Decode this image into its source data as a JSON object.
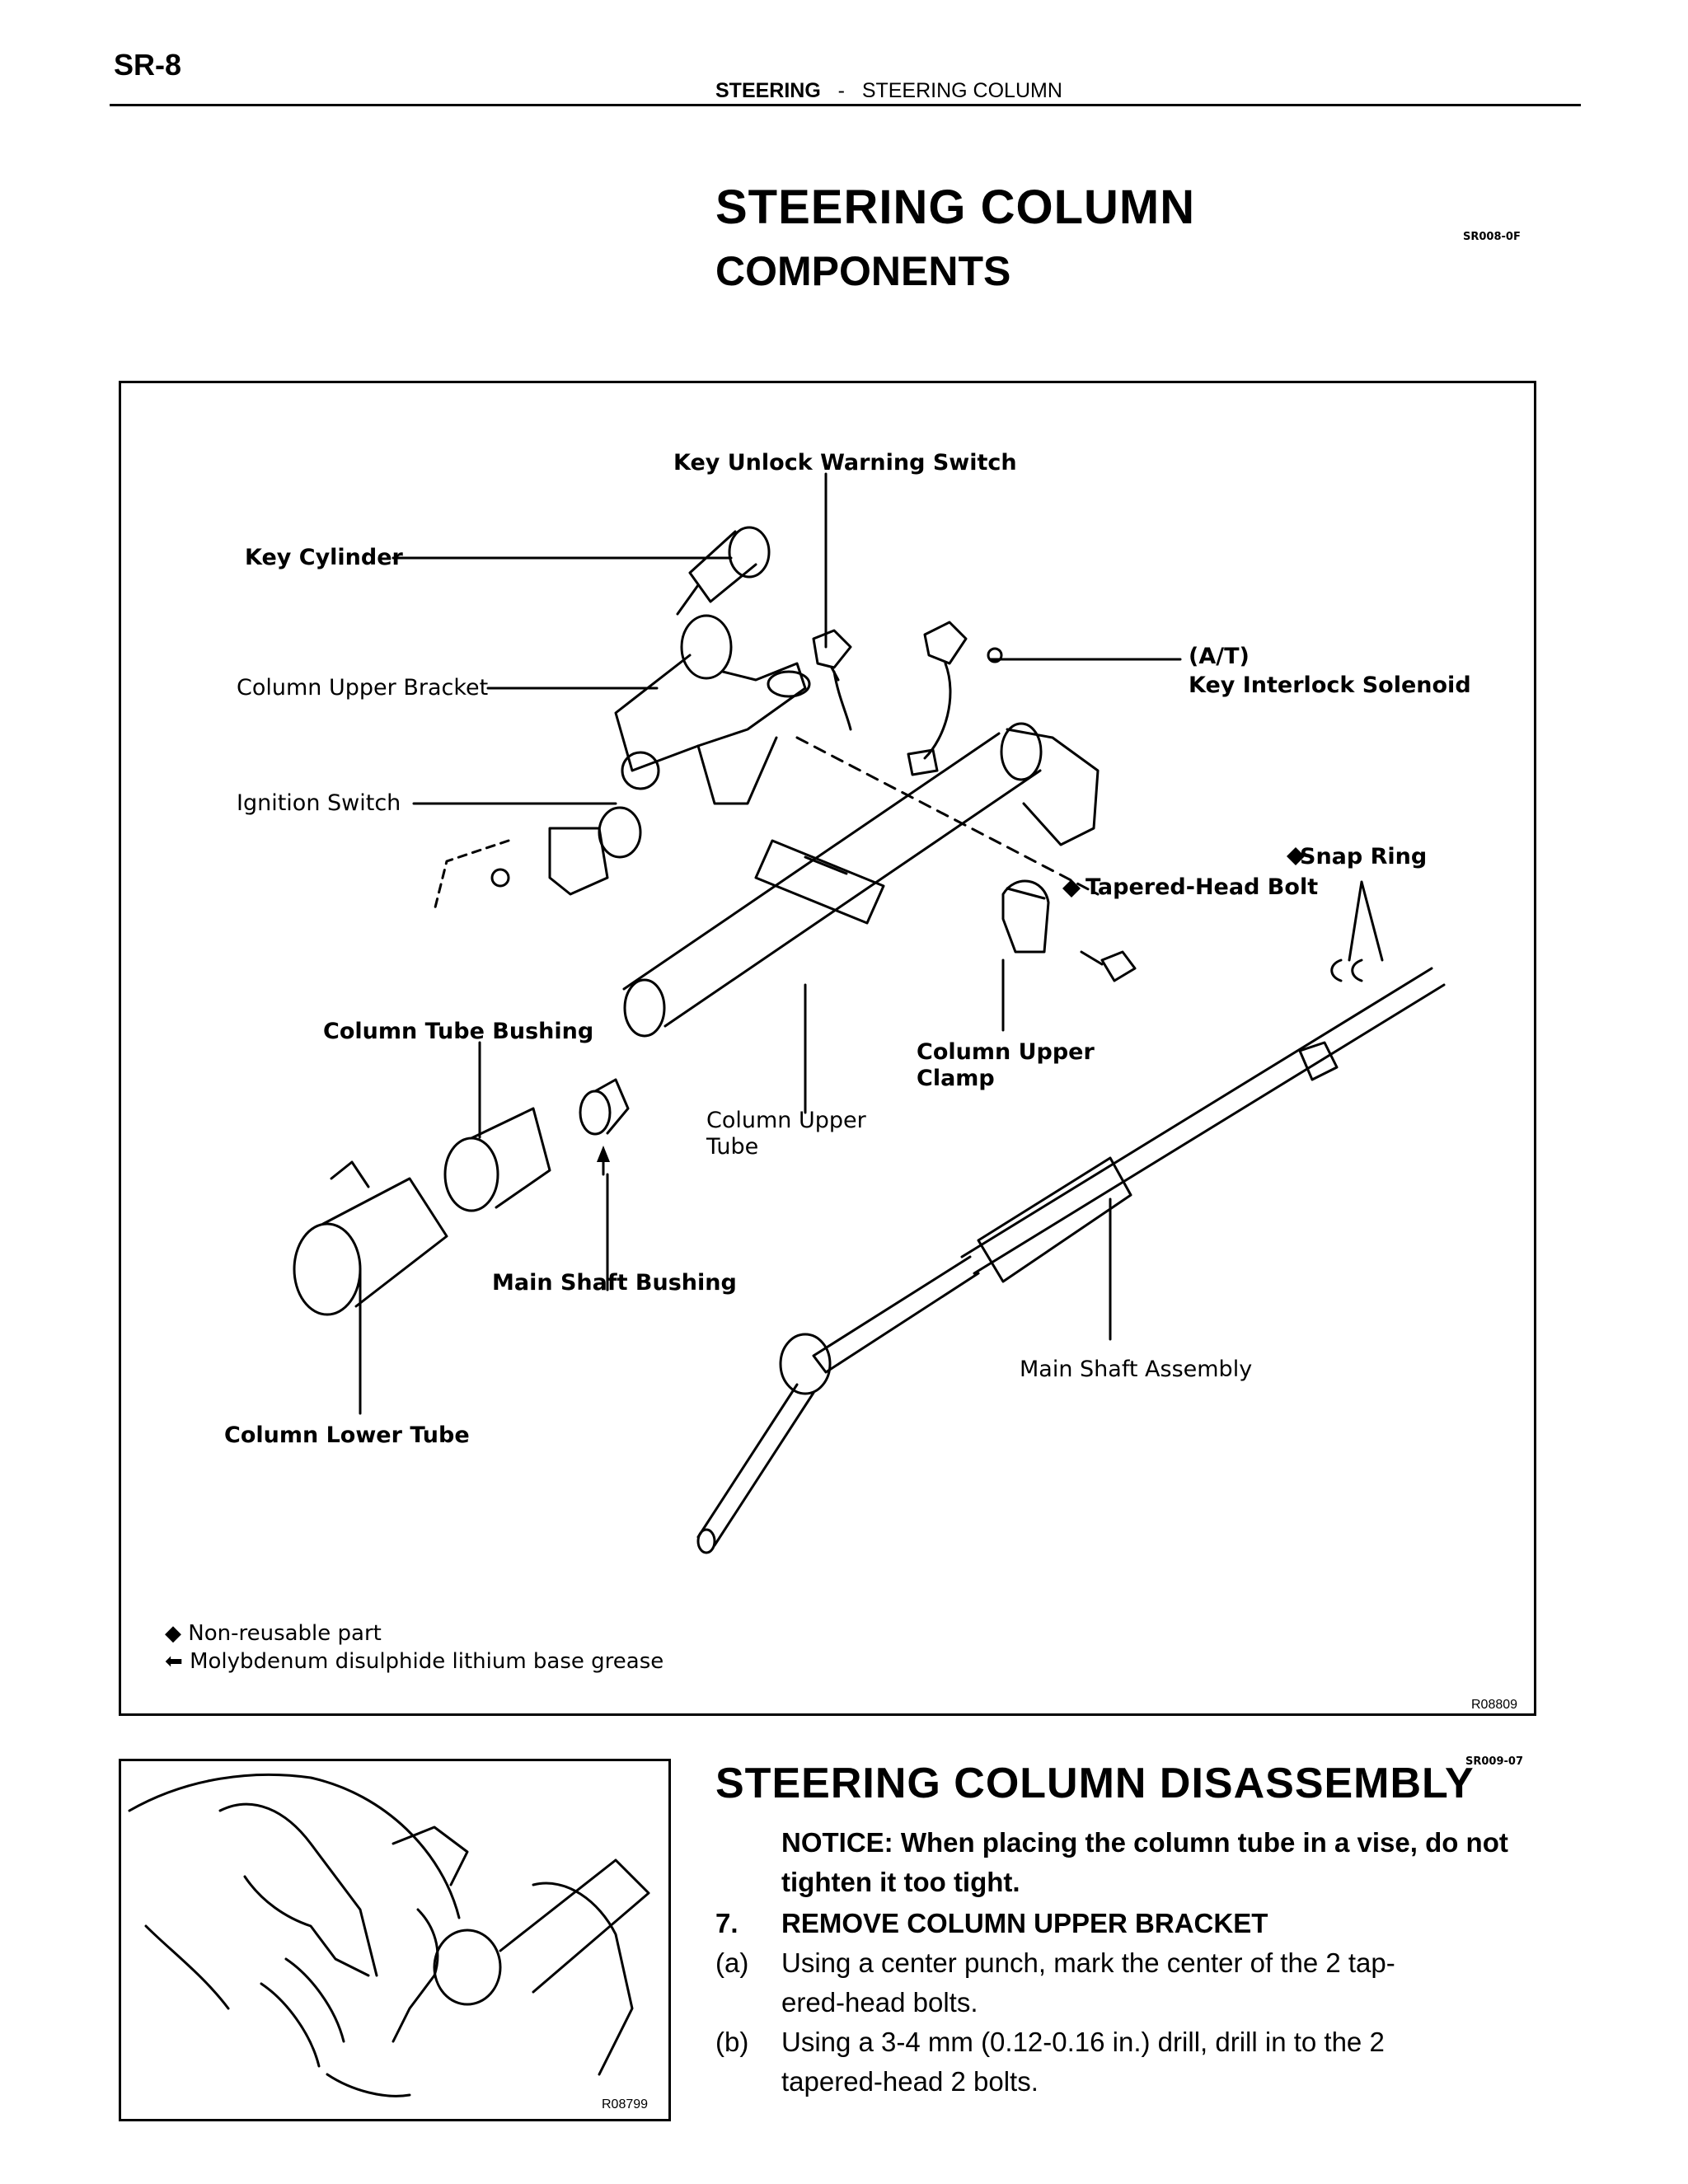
{
  "header": {
    "page_code": "SR-8",
    "section": "STEERING",
    "separator": "-",
    "subsection": "STEERING COLUMN"
  },
  "title": "STEERING COLUMN",
  "subtitle": "COMPONENTS",
  "codes": {
    "components": "SR008-0F",
    "disassembly": "SR009-07"
  },
  "figure": {
    "labels": {
      "key_unlock": "Key Unlock Warning Switch",
      "key_cylinder": "Key Cylinder",
      "upper_bracket": "Column Upper Bracket",
      "ignition_switch": "Ignition Switch",
      "at": "(A/T)",
      "interlock": "Key Interlock Solenoid",
      "snap_ring": "Snap Ring",
      "tapered_bolt": "Tapered-Head Bolt",
      "tube_bushing": "Column Tube Bushing",
      "upper_clamp_1": "Column Upper",
      "upper_clamp_2": "Clamp",
      "upper_tube_1": "Column Upper",
      "upper_tube_2": "Tube",
      "main_bushing": "Main Shaft Bushing",
      "main_shaft": "Main Shaft Assembly",
      "lower_tube": "Column Lower Tube"
    },
    "legend": {
      "nonreusable": "Non-reusable part",
      "grease": "Molybdenum disulphide lithium base grease"
    },
    "code": "R08809"
  },
  "photo": {
    "code": "R08799"
  },
  "disassembly": {
    "title": "STEERING COLUMN DISASSEMBLY",
    "notice": "NOTICE: When placing the column tube in a vise, do not tighten it too tight.",
    "step_num": "7.",
    "step_title": "REMOVE COLUMN UPPER BRACKET",
    "a_label": "(a)",
    "a_text_1": "Using a center punch, mark the center of the 2 tap-",
    "a_text_2": "ered-head  bolts.",
    "b_label": "(b)",
    "b_text_1": "Using a 3-4 mm (0.12-0.16 in.) drill, drill in to the 2",
    "b_text_2": "tapered-head  2  bolts."
  }
}
